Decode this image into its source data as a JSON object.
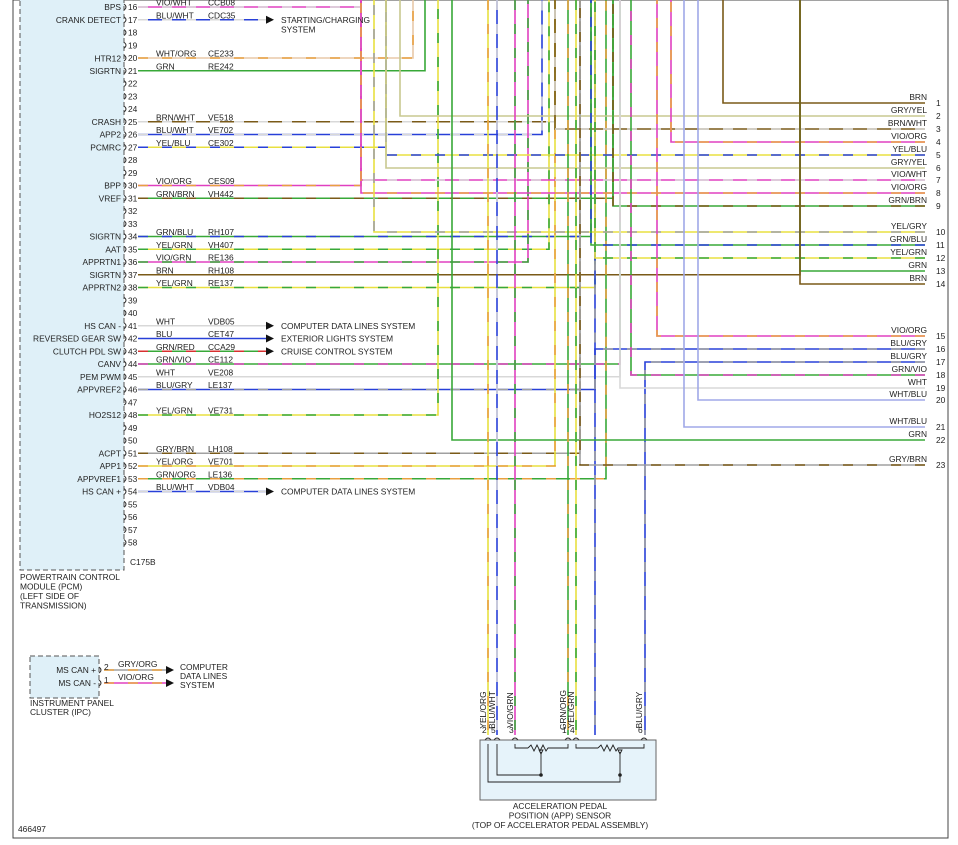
{
  "colors": {
    "VIO": "#e040c0",
    "BLU": "#2840d8",
    "GRN": "#38a838",
    "BRN": "#7a5a18",
    "YEL": "#e8e040",
    "WHT": "#d8d8d8",
    "GRY": "#a0a0a0",
    "ORG": "#e8a040",
    "RED": "#d83030",
    "GRYYEL": "#c8c890",
    "WHTORG": "#e8c8a8",
    "WHTBLU": "#a0a8e8",
    "pcm_fill": "#dff0f8",
    "app_fill": "#e6f3fa",
    "frame": "#444444"
  },
  "pcm": {
    "title_lines": [
      "POWERTRAIN CONTROL",
      "MODULE (PCM)",
      "(LEFT SIDE OF",
      "TRANSMISSION)"
    ],
    "connector": "C175B",
    "pins": [
      {
        "pin": "16",
        "label": "BPS",
        "color": "VIO/WHT",
        "circuit": "CCB08",
        "c1": "VIO",
        "c2": "WHT"
      },
      {
        "pin": "17",
        "label": "CRANK DETECT",
        "color": "BLU/WHT",
        "circuit": "CDC35",
        "c1": "BLU",
        "c2": "WHT",
        "target": "STARTING/CHARGING\nSYSTEM"
      },
      {
        "pin": "18",
        "label": ""
      },
      {
        "pin": "19",
        "label": ""
      },
      {
        "pin": "20",
        "label": "",
        "color": "WHT/ORG",
        "circuit": "CE233",
        "c1": "WHTORG",
        "c2": "ORG"
      },
      {
        "pin": "21",
        "label": "HTR12\nSIGRTN",
        "color": "GRN",
        "circuit": "RE242",
        "c1": "GRN"
      },
      {
        "pin": "22",
        "label": ""
      },
      {
        "pin": "23",
        "label": ""
      },
      {
        "pin": "24",
        "label": ""
      },
      {
        "pin": "25",
        "label": "CRASH",
        "color": "BRN/WHT",
        "circuit": "VE518",
        "c1": "BRN",
        "c2": "WHT"
      },
      {
        "pin": "26",
        "label": "APP2",
        "color": "BLU/WHT",
        "circuit": "VE702",
        "c1": "BLU",
        "c2": "WHT"
      },
      {
        "pin": "27",
        "label": "PCMRC",
        "color": "YEL/BLU",
        "circuit": "CE302",
        "c1": "YEL",
        "c2": "BLU"
      },
      {
        "pin": "28",
        "label": ""
      },
      {
        "pin": "29",
        "label": ""
      },
      {
        "pin": "30",
        "label": "BPP",
        "color": "VIO/ORG",
        "circuit": "CES09",
        "c1": "VIO",
        "c2": "ORG"
      },
      {
        "pin": "31",
        "label": "VREF",
        "color": "GRN/BRN",
        "circuit": "VH442",
        "c1": "GRN",
        "c2": "BRN"
      },
      {
        "pin": "32",
        "label": ""
      },
      {
        "pin": "33",
        "label": ""
      },
      {
        "pin": "34",
        "label": "SIGRTN",
        "color": "GRN/BLU",
        "circuit": "RH107",
        "c1": "GRN",
        "c2": "BLU"
      },
      {
        "pin": "35",
        "label": "AAT",
        "color": "YEL/GRN",
        "circuit": "VH407",
        "c1": "YEL",
        "c2": "GRN"
      },
      {
        "pin": "36",
        "label": "APPRTN1",
        "color": "VIO/GRN",
        "circuit": "RE136",
        "c1": "VIO",
        "c2": "GRN"
      },
      {
        "pin": "37",
        "label": "SIGRTN",
        "color": "BRN",
        "circuit": "RH108",
        "c1": "BRN"
      },
      {
        "pin": "38",
        "label": "APPRTN2",
        "color": "YEL/GRN",
        "circuit": "RE137",
        "c1": "YEL",
        "c2": "GRN"
      },
      {
        "pin": "39",
        "label": ""
      },
      {
        "pin": "40",
        "label": ""
      },
      {
        "pin": "41",
        "label": "HS CAN -",
        "color": "WHT",
        "circuit": "VDB05",
        "c1": "WHT",
        "target": "COMPUTER DATA LINES SYSTEM"
      },
      {
        "pin": "42",
        "label": "REVERSED GEAR SW",
        "color": "BLU",
        "circuit": "CET47",
        "c1": "BLU",
        "target": "EXTERIOR LIGHTS SYSTEM"
      },
      {
        "pin": "43",
        "label": "CLUTCH PDL SW",
        "color": "GRN/RED",
        "circuit": "CCA29",
        "c1": "GRN",
        "c2": "RED",
        "target": "CRUISE CONTROL SYSTEM"
      },
      {
        "pin": "44",
        "label": "CANV",
        "color": "GRN/VIO",
        "circuit": "CE112",
        "c1": "GRN",
        "c2": "VIO"
      },
      {
        "pin": "45",
        "label": "PEM PWM",
        "color": "WHT",
        "circuit": "VE208",
        "c1": "WHT"
      },
      {
        "pin": "46",
        "label": "APPVREF2",
        "color": "BLU/GRY",
        "circuit": "LE137",
        "c1": "BLU",
        "c2": "GRY"
      },
      {
        "pin": "47",
        "label": ""
      },
      {
        "pin": "48",
        "label": "HO2S12",
        "color": "YEL/GRN",
        "circuit": "VE731",
        "c1": "YEL",
        "c2": "GRN"
      },
      {
        "pin": "49",
        "label": ""
      },
      {
        "pin": "50",
        "label": ""
      },
      {
        "pin": "51",
        "label": "ACPT",
        "color": "GRY/BRN",
        "circuit": "LH108",
        "c1": "GRY",
        "c2": "BRN"
      },
      {
        "pin": "52",
        "label": "APP1",
        "color": "YEL/ORG",
        "circuit": "VE701",
        "c1": "YEL",
        "c2": "ORG"
      },
      {
        "pin": "53",
        "label": "APPVREF1",
        "color": "GRN/ORG",
        "circuit": "LE136",
        "c1": "GRN",
        "c2": "ORG"
      },
      {
        "pin": "54",
        "label": "HS CAN +",
        "color": "BLU/WHT",
        "circuit": "VDB04",
        "c1": "BLU",
        "c2": "WHT",
        "target": "COMPUTER DATA LINES SYSTEM"
      },
      {
        "pin": "55",
        "label": ""
      },
      {
        "pin": "56",
        "label": ""
      },
      {
        "pin": "57",
        "label": ""
      },
      {
        "pin": "58",
        "label": ""
      }
    ]
  },
  "right_connector": {
    "pins": [
      {
        "pin": "1",
        "color": "BRN",
        "c1": "BRN"
      },
      {
        "pin": "2",
        "color": "GRY/YEL",
        "c1": "GRYYEL"
      },
      {
        "pin": "3",
        "color": "BRN/WHT",
        "c1": "BRN",
        "c2": "WHT"
      },
      {
        "pin": "4",
        "color": "VIO/ORG",
        "c1": "VIO",
        "c2": "ORG"
      },
      {
        "pin": "5",
        "color": "YEL/BLU",
        "c1": "YEL",
        "c2": "BLU"
      },
      {
        "pin": "6",
        "color": "GRY/YEL",
        "c1": "GRYYEL"
      },
      {
        "pin": "7",
        "color": "VIO/WHT",
        "c1": "VIO",
        "c2": "WHT"
      },
      {
        "pin": "8",
        "color": "VIO/ORG",
        "c1": "VIO",
        "c2": "ORG"
      },
      {
        "pin": "9",
        "color": "GRN/BRN",
        "c1": "GRN",
        "c2": "BRN"
      },
      {
        "pin": "10",
        "color": "YEL/GRY",
        "c1": "YEL",
        "c2": "GRY"
      },
      {
        "pin": "11",
        "color": "GRN/BLU",
        "c1": "GRN",
        "c2": "BLU"
      },
      {
        "pin": "12",
        "color": "YEL/GRN",
        "c1": "YEL",
        "c2": "GRN"
      },
      {
        "pin": "13",
        "color": "GRN",
        "c1": "GRN"
      },
      {
        "pin": "14",
        "color": "BRN",
        "c1": "BRN"
      },
      {
        "pin": "15",
        "color": "VIO/ORG",
        "c1": "VIO",
        "c2": "ORG"
      },
      {
        "pin": "16",
        "color": "BLU/GRY",
        "c1": "BLU",
        "c2": "GRY"
      },
      {
        "pin": "17",
        "color": "BLU/GRY",
        "c1": "BLU",
        "c2": "GRY"
      },
      {
        "pin": "18",
        "color": "GRN/VIO",
        "c1": "GRN",
        "c2": "VIO"
      },
      {
        "pin": "19",
        "color": "WHT",
        "c1": "WHT"
      },
      {
        "pin": "20",
        "color": "WHT/BLU",
        "c1": "WHTBLU"
      },
      {
        "pin": "21",
        "color": "WHT/BLU",
        "c1": "WHTBLU"
      },
      {
        "pin": "22",
        "color": "GRN",
        "c1": "GRN"
      },
      {
        "pin": "23",
        "color": "GRY/BRN",
        "c1": "GRY",
        "c2": "BRN"
      }
    ]
  },
  "ipc": {
    "title_lines": [
      "INSTRUMENT PANEL",
      "CLUSTER (IPC)"
    ],
    "pins": [
      {
        "pin": "2",
        "label": "MS CAN +",
        "color": "GRY/ORG",
        "c1": "GRY",
        "c2": "ORG"
      },
      {
        "pin": "1",
        "label": "MS CAN -",
        "color": "VIO/ORG",
        "c1": "VIO",
        "c2": "ORG"
      }
    ],
    "target_lines": [
      "COMPUTER",
      "DATA LINES",
      "SYSTEM"
    ]
  },
  "app_sensor": {
    "title_lines": [
      "ACCELERATION PEDAL",
      "POSITION (APP) SENSOR",
      "(TOP OF ACCELERATOR PEDAL ASSEMBLY)"
    ],
    "pins": [
      {
        "pin": "2",
        "color": "YEL/ORG",
        "c1": "YEL",
        "c2": "ORG"
      },
      {
        "pin": "5",
        "color": "BLU/WHT",
        "c1": "BLU",
        "c2": "WHT"
      },
      {
        "pin": "3",
        "color": "VIO/GRN",
        "c1": "VIO",
        "c2": "GRN"
      },
      {
        "pin": "1",
        "color": "GRN/ORG",
        "c1": "GRN",
        "c2": "ORG"
      },
      {
        "pin": "4",
        "color": "YEL/GRN",
        "c1": "YEL",
        "c2": "GRN"
      },
      {
        "pin": "6",
        "color": "BLU/GRY",
        "c1": "BLU",
        "c2": "GRY"
      }
    ]
  },
  "figure_id": "466497"
}
